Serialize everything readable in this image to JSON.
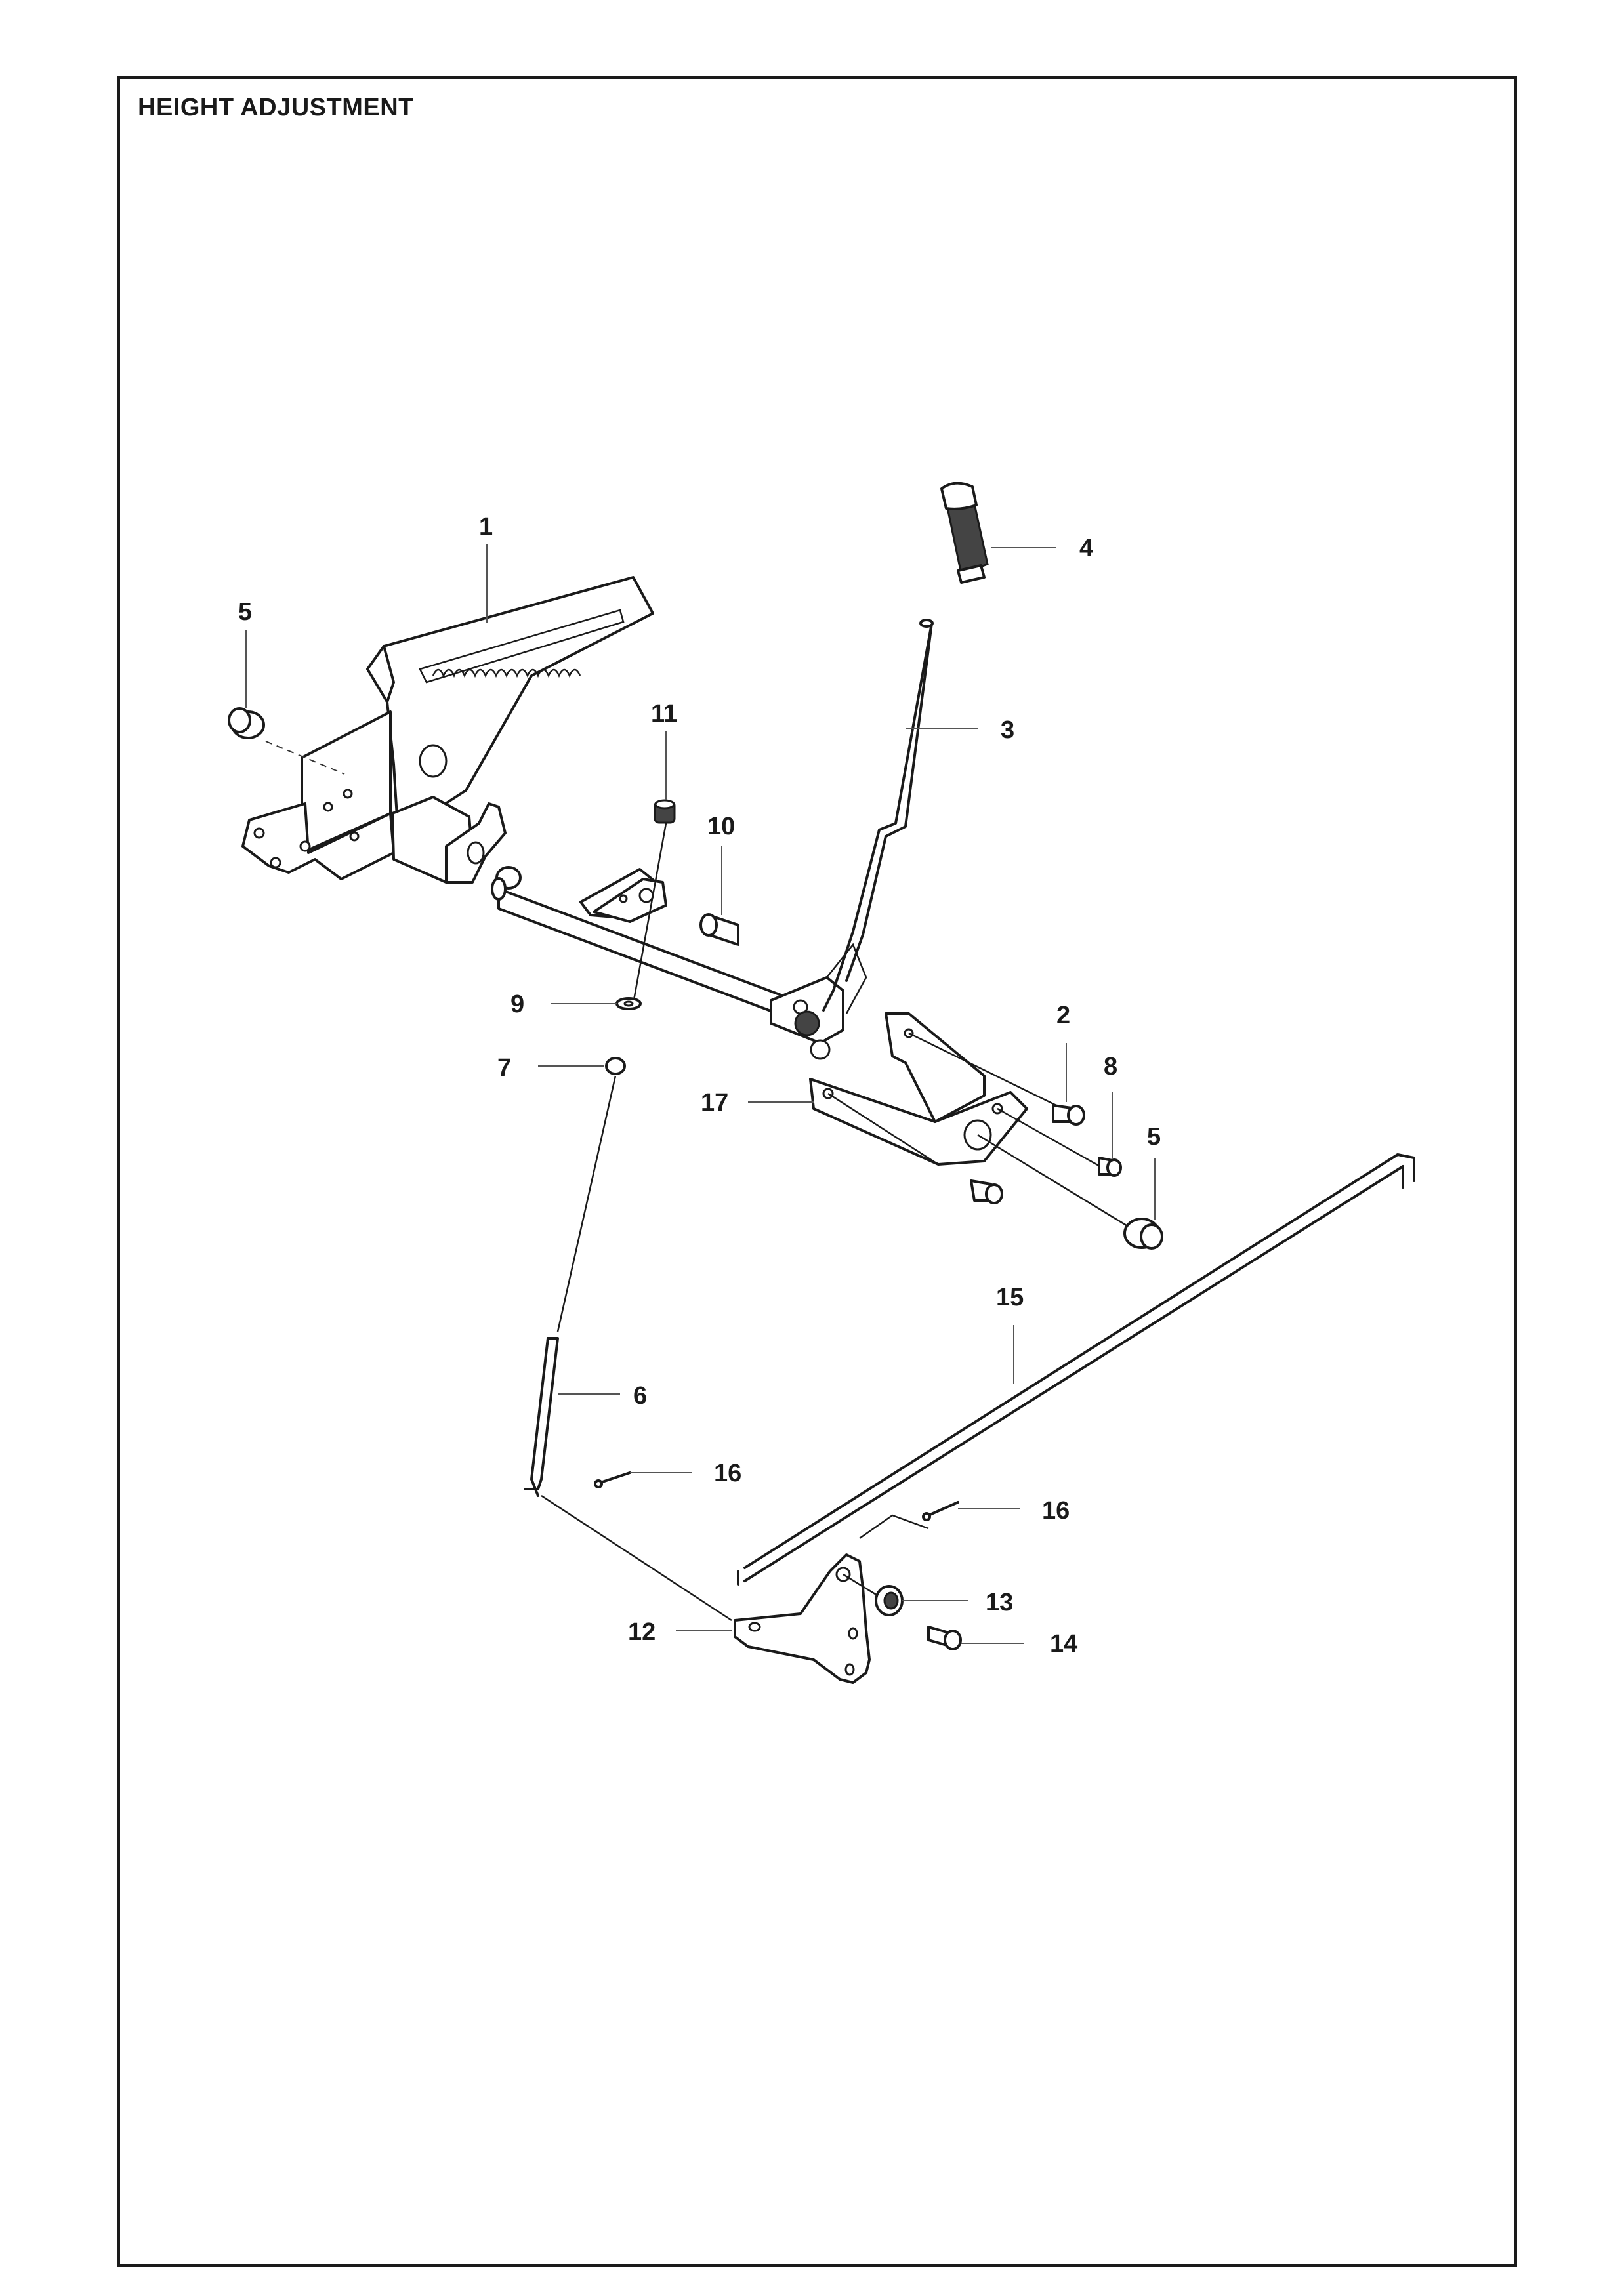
{
  "title": "HEIGHT ADJUSTMENT",
  "callouts": {
    "c1": "1",
    "c2": "2",
    "c3": "3",
    "c4": "4",
    "c5a": "5",
    "c5b": "5",
    "c6": "6",
    "c7": "7",
    "c8": "8",
    "c9": "9",
    "c10": "10",
    "c11": "11",
    "c12": "12",
    "c13": "13",
    "c14": "14",
    "c15": "15",
    "c16a": "16",
    "c16b": "16",
    "c17": "17"
  }
}
